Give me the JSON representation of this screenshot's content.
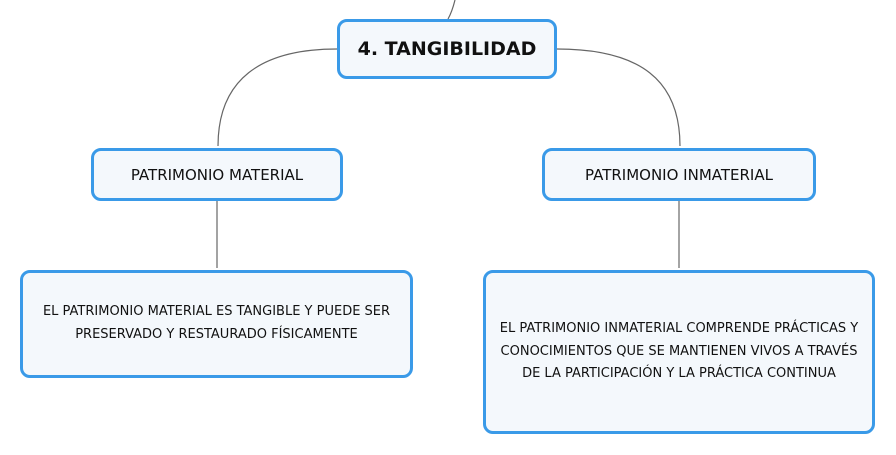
{
  "diagram": {
    "root": {
      "label": "4. TANGIBILIDAD"
    },
    "branches": [
      {
        "label": "PATRIMONIO MATERIAL",
        "description": "EL PATRIMONIO MATERIAL ES TANGIBLE Y PUEDE SER PRESERVADO Y RESTAURADO FÍSICAMENTE"
      },
      {
        "label": "PATRIMONIO INMATERIAL",
        "description": "EL PATRIMONIO INMATERIAL COMPRENDE PRÁCTICAS Y CONOCIMIENTOS QUE SE MANTIENEN VIVOS A TRAVÉS DE LA PARTICIPACIÓN Y LA PRÁCTICA CONTINUA"
      }
    ]
  },
  "colors": {
    "node_border": "#3a9ae8",
    "node_fill": "#f4f8fc",
    "connector": "#666666"
  }
}
